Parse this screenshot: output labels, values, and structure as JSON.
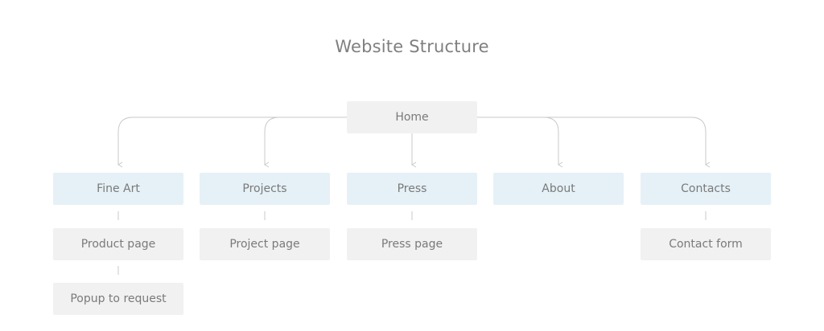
{
  "title": "Website Structure",
  "root": "Home",
  "sections": [
    {
      "label": "Fine Art",
      "children": [
        "Product page",
        "Popup to request"
      ]
    },
    {
      "label": "Projects",
      "children": [
        "Project page"
      ]
    },
    {
      "label": "Press",
      "children": [
        "Press page"
      ]
    },
    {
      "label": "About",
      "children": []
    },
    {
      "label": "Contacts",
      "children": [
        "Contact form"
      ]
    }
  ],
  "colors": {
    "root_fill": "#f1f1f1",
    "section_fill": "#e5f1f6",
    "page_fill": "#f1f1f1",
    "line": "#c8c8c8",
    "text": "#7a7a7a",
    "title_text": "#7f7f7f"
  }
}
